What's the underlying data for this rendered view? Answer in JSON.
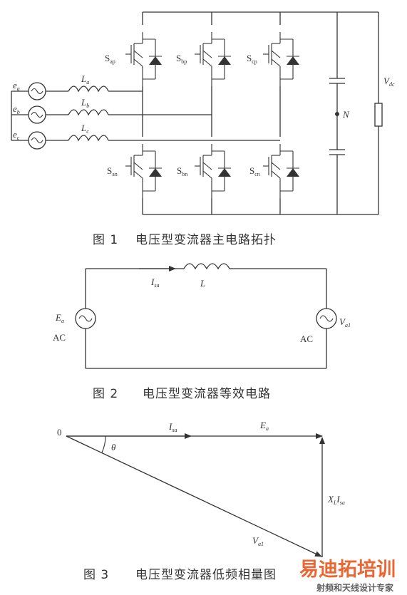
{
  "fig1": {
    "caption_num": "图 1",
    "caption_text": "电压型变流器主电路拓扑",
    "sources": [
      {
        "sym": "e",
        "sub": "a"
      },
      {
        "sym": "e",
        "sub": "b"
      },
      {
        "sym": "e",
        "sub": "c"
      }
    ],
    "inductors": [
      {
        "sym": "L",
        "sub": "a"
      },
      {
        "sym": "L",
        "sub": "b"
      },
      {
        "sym": "L",
        "sub": "c"
      }
    ],
    "upper_switches": [
      {
        "sym": "S",
        "sub": "ap"
      },
      {
        "sym": "S",
        "sub": "bp"
      },
      {
        "sym": "S",
        "sub": "cp"
      }
    ],
    "lower_switches": [
      {
        "sym": "S",
        "sub": "an"
      },
      {
        "sym": "S",
        "sub": "bn"
      },
      {
        "sym": "S",
        "sub": "cn"
      }
    ],
    "neutral_label": "N",
    "dc_voltage": {
      "sym": "V",
      "sub": "dc"
    }
  },
  "fig2": {
    "caption_num": "图 2",
    "caption_text": "电压型变流器等效电路",
    "current": {
      "sym": "I",
      "sub": "sa"
    },
    "inductor": "L",
    "source_left": {
      "sym": "E",
      "sub": "a",
      "type": "AC"
    },
    "source_right": {
      "sym": "V",
      "sub": "a1",
      "type": "AC"
    }
  },
  "fig3": {
    "caption_num": "图 3",
    "caption_text": "电压型变流器低频相量图",
    "origin": "0",
    "angle": "θ",
    "current": {
      "sym": "I",
      "sub": "sa"
    },
    "ea": {
      "sym": "E",
      "sub": "a"
    },
    "drop": {
      "sym": "X",
      "sub2": "L",
      "sym2": "I",
      "sub": "sa"
    },
    "val": {
      "sym": "V",
      "sub": "a1"
    }
  },
  "watermark": {
    "main": "易迪拓培训",
    "sub": "射频和天线设计专家",
    "accent": "#e8561c"
  }
}
